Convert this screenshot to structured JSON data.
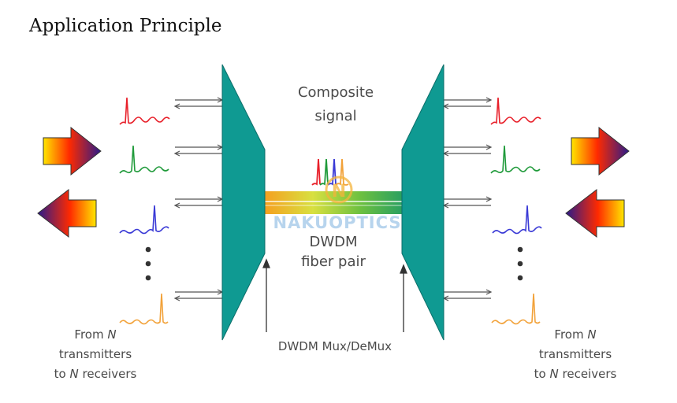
{
  "title": "Application Principle",
  "labels": {
    "composite_line1": "Composite",
    "composite_line2": "signal",
    "dwdm_line1": "DWDM",
    "dwdm_line2": "fiber pair",
    "mux": "DWDM Mux/DeMux",
    "watermark": "NAKUOPTICS",
    "watermark_letter": "N"
  },
  "left_caption": {
    "line1_pre": "From ",
    "line1_n": "N",
    "line2": "transmitters",
    "line3_pre": "to ",
    "line3_n": "N",
    "line3_post": " receivers"
  },
  "right_caption": {
    "line1_pre": "From ",
    "line1_n": "N",
    "line2": "transmitters",
    "line3_pre": "to ",
    "line3_n": "N",
    "line3_post": " receivers"
  },
  "colors": {
    "mux": "#0f9a92",
    "red": "#e8202a",
    "green": "#1f9a3a",
    "blue": "#3a3ad6",
    "orange": "#f2a23a",
    "watermark": "#f5b43a"
  }
}
